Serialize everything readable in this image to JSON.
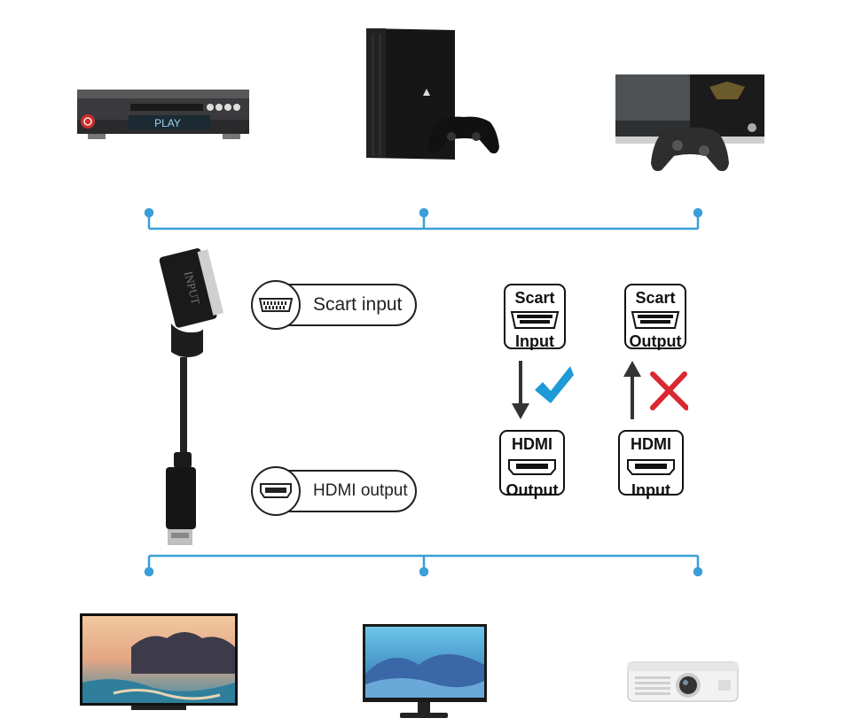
{
  "labels": {
    "scart_input": "Scart input",
    "hdmi_output": "HDMI output",
    "cable_text": "INPUT",
    "player_display": "PLAY"
  },
  "valid": {
    "top_title": "Scart",
    "top_sub": "Input",
    "bottom_title": "HDMI",
    "bottom_sub": "Output",
    "result_icon": "check-icon"
  },
  "invalid": {
    "top_title": "Scart",
    "top_sub": "Output",
    "bottom_title": "HDMI",
    "bottom_sub": "Input",
    "result_icon": "cross-icon"
  },
  "sources": [
    "dvd-player",
    "playstation-console",
    "xbox-console"
  ],
  "displays": [
    "tv",
    "monitor",
    "projector"
  ],
  "colors": {
    "line": "#3a9fd8",
    "check": "#1e9ad6",
    "cross": "#d9282f"
  }
}
